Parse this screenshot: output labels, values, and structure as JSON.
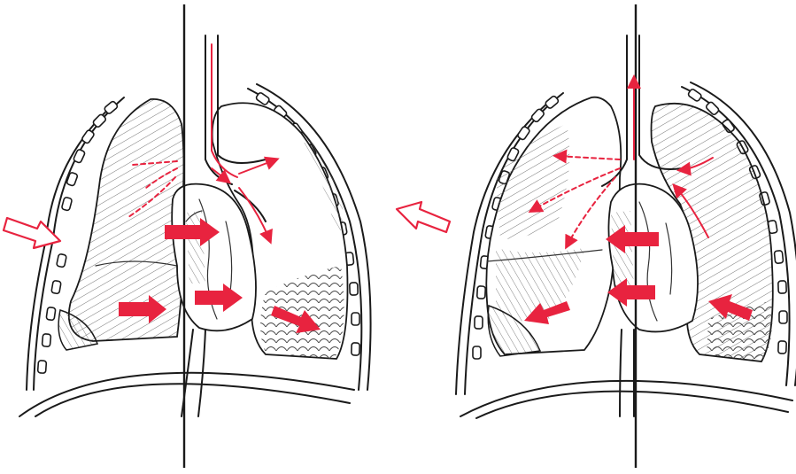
{
  "colors": {
    "ink": "#1a1a1a",
    "arrow_red": "#e8233f",
    "background": "#ffffff"
  },
  "panels": [
    {
      "id": "left",
      "description_icon": "outline-arrow-pointing-inward"
    },
    {
      "id": "right",
      "description_icon": "outline-arrow-pointing-outward"
    }
  ]
}
